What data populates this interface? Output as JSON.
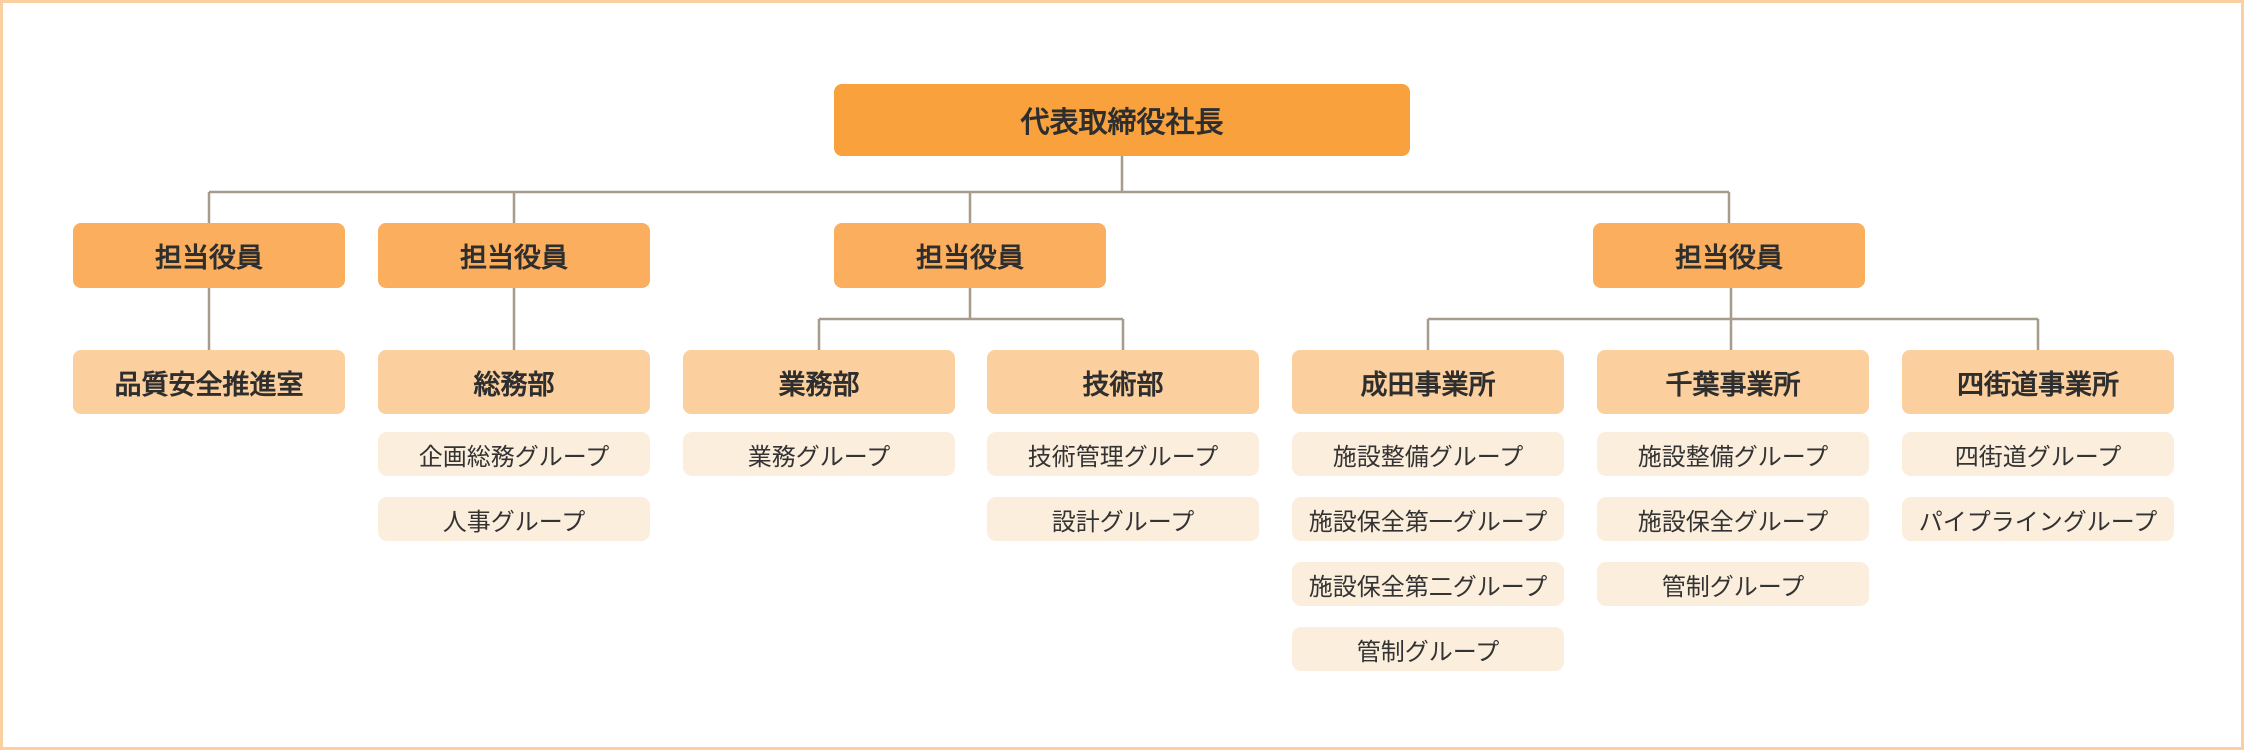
{
  "colors": {
    "level1": "#F9A13C",
    "level2": "#FBAE5E",
    "level3": "#FCCF9E",
    "group": "#FCEEDC",
    "connector": "#A79B8B",
    "text": "#2E2E2E",
    "group-text": "#333333",
    "border": "#FACFA2",
    "canvas-bg": "#FFFFFF"
  },
  "org_chart": {
    "root": {
      "label": "代表取締役社長"
    },
    "executives": [
      {
        "label": "担当役員"
      },
      {
        "label": "担当役員"
      },
      {
        "label": "担当役員"
      },
      {
        "label": "担当役員"
      }
    ],
    "departments": [
      {
        "label": "品質安全推進室",
        "groups": []
      },
      {
        "label": "総務部",
        "groups": [
          "企画総務グループ",
          "人事グループ"
        ]
      },
      {
        "label": "業務部",
        "groups": [
          "業務グループ"
        ]
      },
      {
        "label": "技術部",
        "groups": [
          "技術管理グループ",
          "設計グループ"
        ]
      },
      {
        "label": "成田事業所",
        "groups": [
          "施設整備グループ",
          "施設保全第一グループ",
          "施設保全第二グループ",
          "管制グループ"
        ]
      },
      {
        "label": "千葉事業所",
        "groups": [
          "施設整備グループ",
          "施設保全グループ",
          "管制グループ"
        ]
      },
      {
        "label": "四街道事業所",
        "groups": [
          "四街道グループ",
          "パイプライングループ"
        ]
      }
    ]
  }
}
